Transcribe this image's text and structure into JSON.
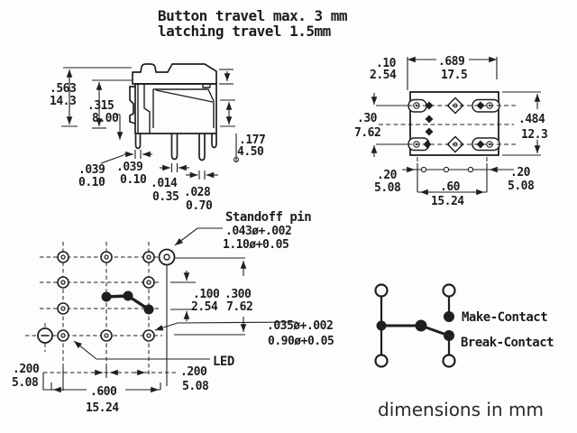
{
  "note_top": {
    "line1": "Button travel max. 3 mm",
    "line2": "latching travel 1.5mm"
  },
  "side_view": {
    "dims": {
      "overall_height": {
        "in": ".563",
        "mm": "14.3"
      },
      "body_height": {
        "in": ".315",
        "mm": "8.00"
      },
      "pin_a_width": {
        "in": ".039",
        "mm": "0.10"
      },
      "pin_b_width": {
        "in": ".039",
        "mm": "0.10"
      },
      "pin_c_width": {
        "in": ".014",
        "mm": "0.35"
      },
      "pin_d_width": {
        "in": ".028",
        "mm": "0.70"
      },
      "pin_length": {
        "in": ".177",
        "mm": "4.50"
      }
    }
  },
  "top_view": {
    "dims": {
      "pin_offset": {
        "in": ".10",
        "mm": "2.54"
      },
      "body_width": {
        "in": ".689",
        "mm": "17.5"
      },
      "row_spacing": {
        "in": ".30",
        "mm": "7.62"
      },
      "body_depth": {
        "in": ".484",
        "mm": "12.3"
      },
      "margin_left": {
        "in": ".20",
        "mm": "5.08"
      },
      "pin_span": {
        "in": ".60",
        "mm": "15.24"
      },
      "margin_right": {
        "in": ".20",
        "mm": "5.08"
      }
    }
  },
  "footprint": {
    "callouts": {
      "standoff_pin": "Standoff pin",
      "standoff_dia_in": ".043ø+.002",
      "standoff_dia_mm": "1.10ø+0.05",
      "hole_dia_in": ".035ø+.002",
      "hole_dia_mm": "0.90ø+0.05",
      "led": "LED"
    },
    "dims": {
      "row_pitch": {
        "in": ".100",
        "mm": "2.54"
      },
      "row_span": {
        "in": ".300",
        "mm": "7.62"
      },
      "margin_left": {
        "in": ".200",
        "mm": "5.08"
      },
      "pin_span": {
        "in": ".600",
        "mm": "15.24"
      },
      "margin_right": {
        "in": ".200",
        "mm": "5.08"
      }
    }
  },
  "schematic": {
    "make_contact": "Make-Contact",
    "break_contact": "Break-Contact"
  },
  "footer": {
    "units_note": "dimensions in mm"
  },
  "colors": {
    "ink": "#1f1f1f",
    "paper": "#fdfdfd"
  }
}
